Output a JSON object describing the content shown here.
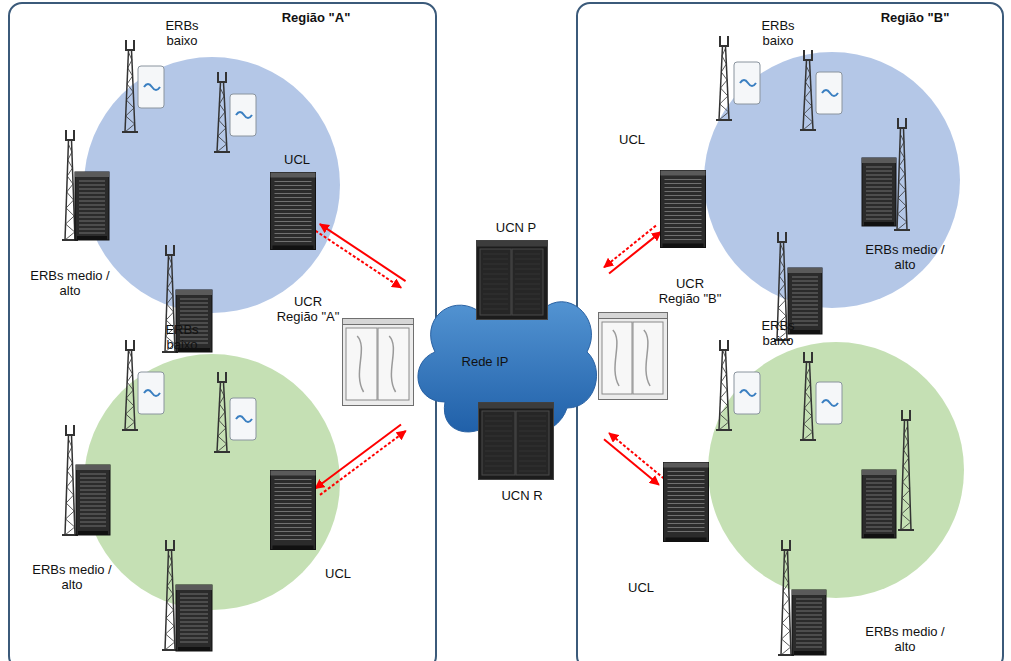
{
  "diagram": {
    "nodes": [
      {
        "text": [
          "Região \"A\""
        ]
      },
      {
        "text": [
          "UCL"
        ],
        "in": 0
      },
      {
        "text": [
          "UCR Região \"A\""
        ],
        "in": 0
      },
      {
        "text": [
          "UCL"
        ],
        "in": 0
      },
      {
        "text": [
          "UCN P"
        ]
      },
      {
        "text": [
          "Rede IP"
        ]
      },
      {
        "text": [
          "UCN R"
        ]
      },
      {
        "text": [
          "Região \"B\""
        ]
      },
      {
        "text": [
          "UCL"
        ],
        "in": 7
      },
      {
        "text": [
          "UCR Região \"B\""
        ],
        "in": 7
      },
      {
        "text": [
          "UCL"
        ],
        "in": 7
      }
    ],
    "edges": [
      {
        "from": 5,
        "to": 1,
        "arrow": "to"
      },
      {
        "from": 1,
        "to": 5,
        "arrow": "to"
      },
      {
        "from": 5,
        "to": 3,
        "arrow": "to"
      },
      {
        "from": 3,
        "to": 5,
        "arrow": "to"
      },
      {
        "from": 5,
        "to": 8,
        "arrow": "to"
      },
      {
        "from": 8,
        "to": 5,
        "arrow": "to"
      },
      {
        "from": 5,
        "to": 10,
        "arrow": "to"
      },
      {
        "from": 10,
        "to": 5,
        "arrow": "to"
      }
    ],
    "labels": [
      "ERBs baixo",
      "ERBs medio / alto",
      "ERBs baixo",
      "ERBs medio / alto",
      "ERBs baixo",
      "ERBs medio / alto",
      "ERBs baixo",
      "ERBs medio / alto"
    ]
  }
}
